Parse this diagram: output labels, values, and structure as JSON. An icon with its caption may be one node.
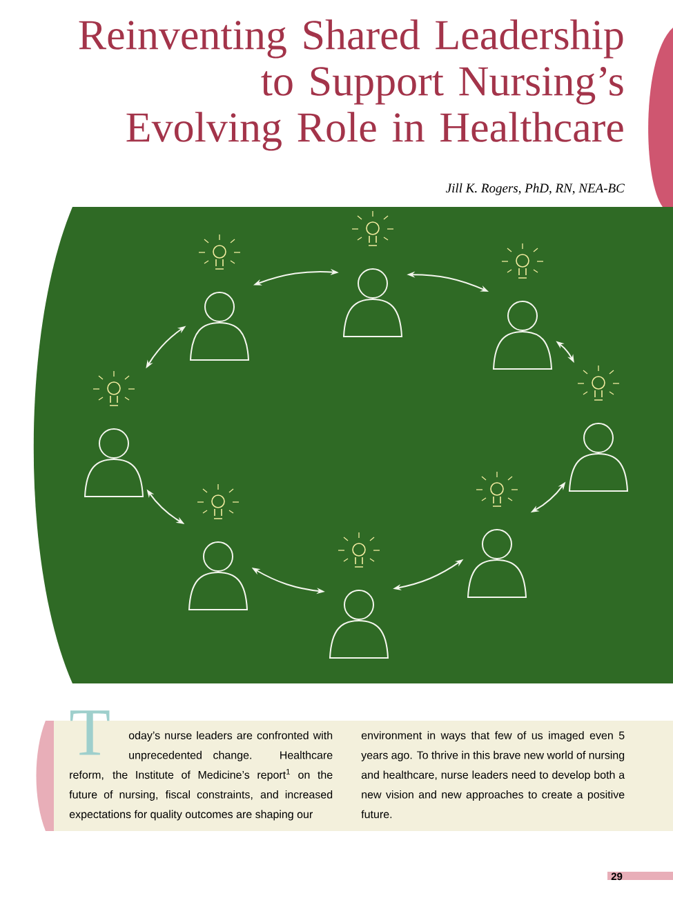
{
  "diagram": {
    "title": "Reinventing Shared Leadership to Support Nursing’s Evolving Role in Healthcare",
    "nodes": [
      {
        "text": [],
        "shape": "person"
      },
      {
        "text": [],
        "shape": "person"
      },
      {
        "text": [],
        "shape": "person"
      },
      {
        "text": [],
        "shape": "person"
      },
      {
        "text": [],
        "shape": "person"
      },
      {
        "text": [],
        "shape": "person"
      },
      {
        "text": [],
        "shape": "person"
      },
      {
        "text": [],
        "shape": "person"
      }
    ],
    "edges": [
      {
        "from": 1,
        "to": 4,
        "arrow": "both"
      },
      {
        "from": 4,
        "to": 6,
        "arrow": "both"
      },
      {
        "from": 6,
        "to": 7,
        "arrow": "both"
      },
      {
        "from": 7,
        "to": 5,
        "arrow": "both"
      },
      {
        "from": 5,
        "to": 3,
        "arrow": "both"
      },
      {
        "from": 3,
        "to": 2,
        "arrow": "both"
      },
      {
        "from": 2,
        "to": 0,
        "arrow": "both"
      },
      {
        "from": 0,
        "to": 1,
        "arrow": "both"
      }
    ],
    "labels": [
      "Jill K. Rogers, PhD, RN, NEA-BC",
      "T",
      "oday’s nurse leaders are confronted with unprecedented change. Healthcare reform, the Institute of Medicine’s report$^{1}$ on the future of nursing, fiscal constraints, and increased expectations for quality outcomes are shaping our",
      "environment in ways that few of us imaged even 5 years ago. To thrive in this brave new world of nursing and healthcare, nurse leaders need to develop both a new vision and new approaches to create a positive future.",
      "29"
    ]
  }
}
